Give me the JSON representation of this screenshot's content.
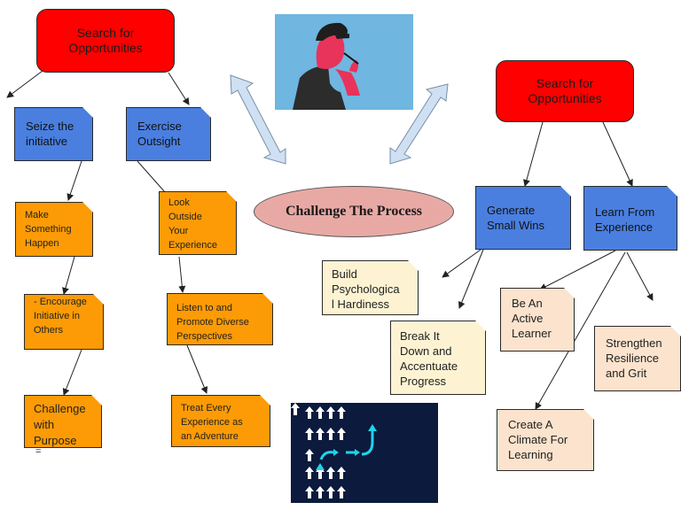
{
  "center": {
    "label": "Challenge The Process"
  },
  "left": {
    "top": "Search for\nOpportunities",
    "seize": "Seize the\ninitiative",
    "exercise": "Exercise\nOutsight",
    "make": "Make\nSomething\nHappen",
    "encourage": "- Encourage\nInitiative in\nOthers",
    "challenge": "Challenge\nwith\nPurpose",
    "challenge_mark": "=",
    "look": "Look\nOutside\nYour\nExperience",
    "listen": "Listen to and\nPromote Diverse\nPerspectives",
    "treat": "Treat Every\nExperience as\nan Adventure"
  },
  "right": {
    "top": "Search for\nOpportunities",
    "generate": "Generate\nSmall Wins",
    "learn": "Learn From\nExperience",
    "build": "Build\nPsychologica\nl Hardiness",
    "break": "Break It\nDown and\nAccentuate\nProgress",
    "active": "Be An\nActive\nLearner",
    "strengthen": "Strengthen\nResilience\nand Grit",
    "climate": "Create A\nClimate For\nLearning"
  },
  "images": {
    "thinker": "thinking-person-illustration",
    "arrows": "arrows-grid-illustration"
  },
  "colors": {
    "red": "#ff0000",
    "blue": "#4a7fe0",
    "orange": "#fc9b05",
    "cream": "#fdf3d2",
    "peach": "#fbe3cd",
    "ellipse": "#e8a9a5",
    "arrow_fill": "#cfe0f3",
    "thinker_bg": "#6fb6e0",
    "arrows_bg": "#0b1a3d",
    "arrows_accent": "#1fd3e8"
  }
}
